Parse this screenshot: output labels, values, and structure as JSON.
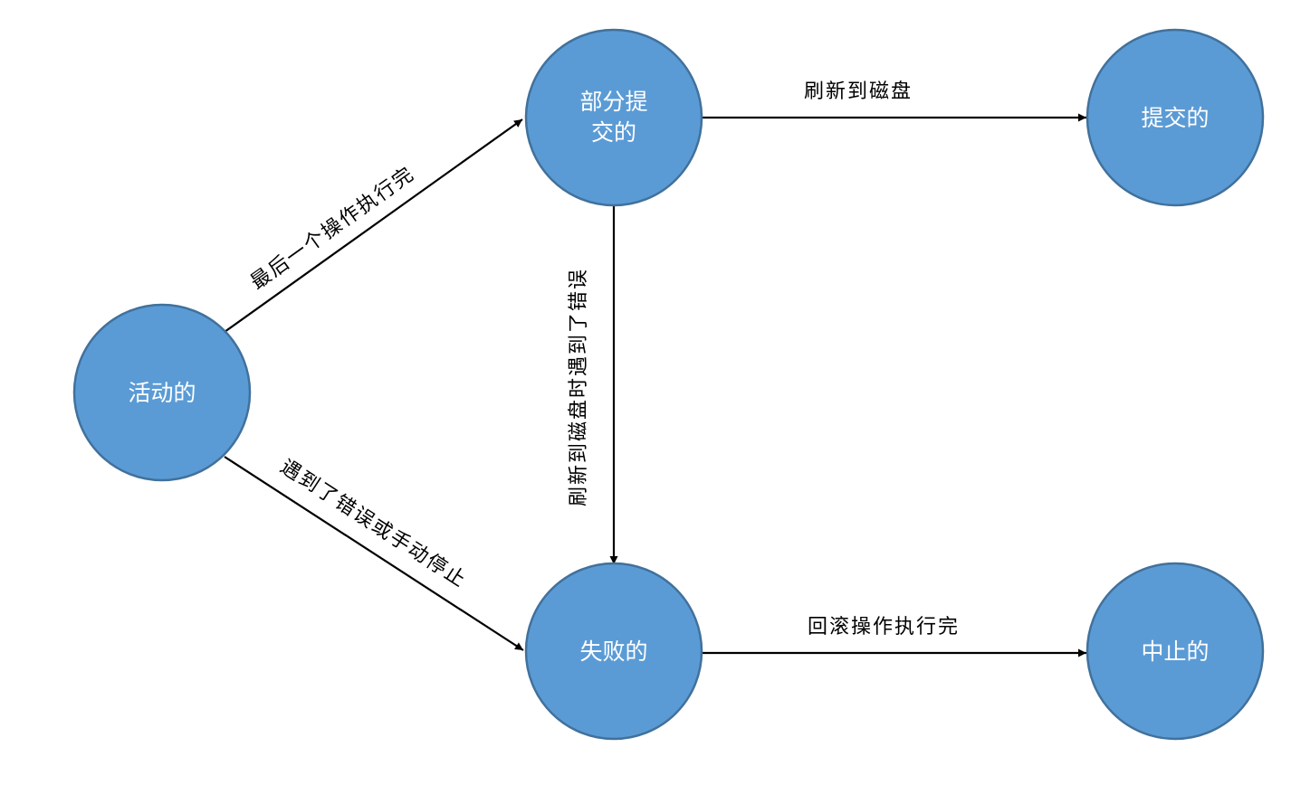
{
  "nodes": {
    "active": {
      "label": "活动的"
    },
    "partial": {
      "label_lines": [
        "部分提",
        "交的"
      ]
    },
    "committed": {
      "label": "提交的"
    },
    "failed": {
      "label": "失败的"
    },
    "aborted": {
      "label": "中止的"
    }
  },
  "edges": {
    "active_to_partial": {
      "label": "最后一个操作执行完"
    },
    "active_to_failed": {
      "label": "遇到了错误或手动停止"
    },
    "partial_to_committed": {
      "label": "刷新到磁盘"
    },
    "partial_to_failed": {
      "label": "刷新到磁盘时遇到了错误"
    },
    "failed_to_aborted": {
      "label": "回滚操作执行完"
    }
  },
  "colors": {
    "node_fill": "#5b9bd5",
    "node_stroke": "#41719c",
    "edge": "#000000"
  }
}
